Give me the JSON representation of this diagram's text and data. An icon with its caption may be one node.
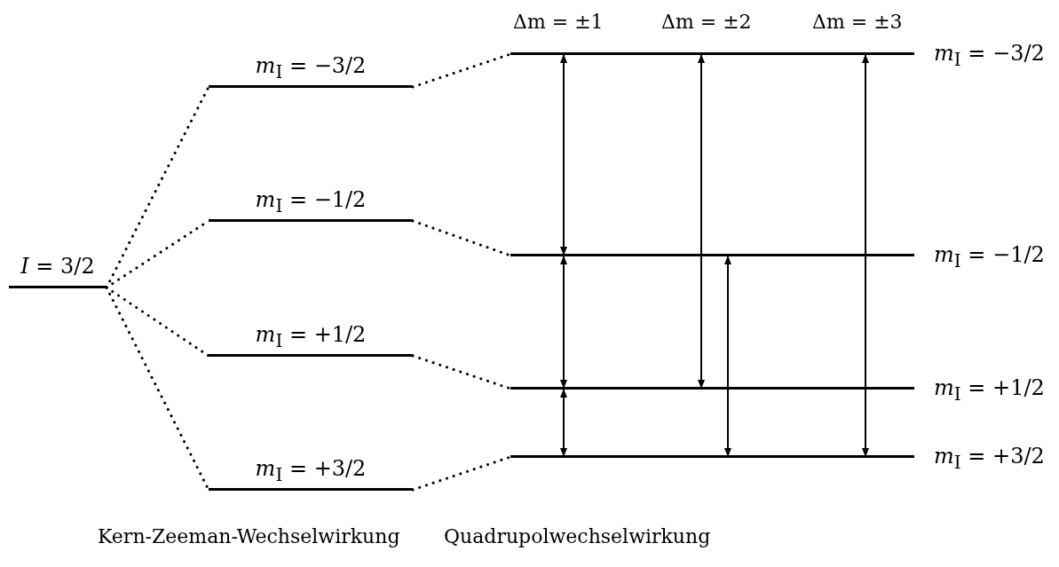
{
  "diagram": {
    "nodes": [
      {
        "text": [
          "*I* = 3/2"
        ]
      },
      {
        "text": [
          "*m*$_{I}$ = −3/2"
        ]
      },
      {
        "text": [
          "*m*$_{I}$ = −1/2"
        ]
      },
      {
        "text": [
          "*m*$_{I}$ = +1/2"
        ]
      },
      {
        "text": [
          "*m*$_{I}$ = +3/2"
        ]
      },
      {
        "text": [
          "*m*$_{I}$ = −3/2"
        ]
      },
      {
        "text": [
          "*m*$_{I}$ = −1/2"
        ]
      },
      {
        "text": [
          "*m*$_{I}$ = +1/2"
        ]
      },
      {
        "text": [
          "*m*$_{I}$ = +3/2"
        ]
      }
    ],
    "edges": [
      {
        "from": 0,
        "to": 1,
        "arrow": "none",
        "style": "dashed"
      },
      {
        "from": 0,
        "to": 2,
        "arrow": "none",
        "style": "dashed"
      },
      {
        "from": 0,
        "to": 3,
        "arrow": "none",
        "style": "dashed"
      },
      {
        "from": 0,
        "to": 4,
        "arrow": "none",
        "style": "dashed"
      },
      {
        "from": 1,
        "to": 5,
        "arrow": "none",
        "style": "dashed"
      },
      {
        "from": 2,
        "to": 6,
        "arrow": "none",
        "style": "dashed"
      },
      {
        "from": 3,
        "to": 7,
        "arrow": "none",
        "style": "dashed"
      },
      {
        "from": 4,
        "to": 8,
        "arrow": "none",
        "style": "dashed"
      },
      {
        "from": 5,
        "to": 6,
        "arrow": "both"
      },
      {
        "from": 6,
        "to": 7,
        "arrow": "both"
      },
      {
        "from": 7,
        "to": 8,
        "arrow": "both"
      },
      {
        "from": 5,
        "to": 7,
        "arrow": "both"
      },
      {
        "from": 6,
        "to": 8,
        "arrow": "both"
      },
      {
        "from": 5,
        "to": 8,
        "arrow": "both"
      }
    ],
    "labels": [
      "Δm = ±1",
      "Δm = ±2",
      "Δm = ±3",
      "Kern-Zeeman-Wechselwirkung",
      "Quadrupolwechselwirkung"
    ]
  }
}
